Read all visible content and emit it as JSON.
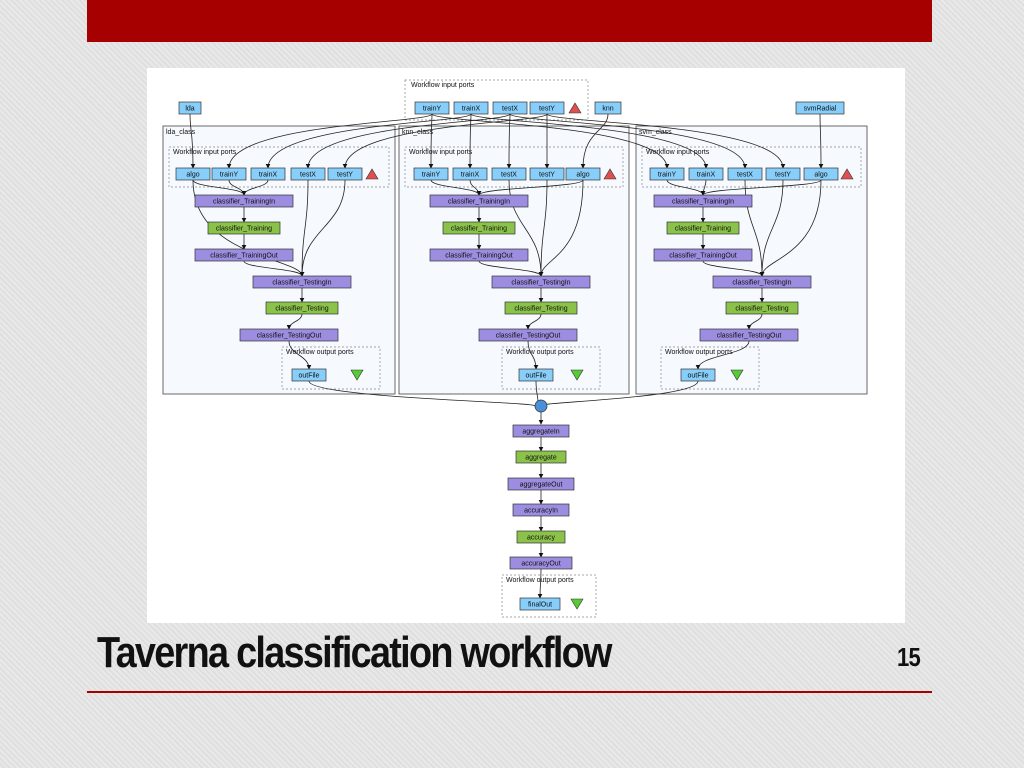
{
  "slide": {
    "title": "Taverna classification workflow",
    "page_number": "15"
  },
  "colors": {
    "accent_red": "#a60000",
    "input_port": "#87cefa",
    "processor_io": "#9c8de0",
    "processor": "#8bc34a",
    "up_triangle": "#e05050",
    "down_triangle": "#55cc33"
  },
  "diagram": {
    "top_inputs_label": "Workflow input ports",
    "top_inputs": [
      "trainY",
      "trainX",
      "testX",
      "testY"
    ],
    "top_params": [
      "lda",
      "knn",
      "svmRadial"
    ],
    "subworkflows": [
      {
        "name": "lda_class",
        "inputs_label": "Workflow input ports",
        "inputs": [
          "algo",
          "trainY",
          "trainX",
          "testX",
          "testY"
        ],
        "steps": [
          "classifier_TrainingIn",
          "classifier_Training",
          "classifier_TrainingOut",
          "classifier_TestingIn",
          "classifier_Testing",
          "classifier_TestingOut"
        ],
        "outputs_label": "Workflow output ports",
        "output": "outFile"
      },
      {
        "name": "knn_class",
        "inputs_label": "Workflow input ports",
        "inputs": [
          "trainY",
          "trainX",
          "testX",
          "testY",
          "algo"
        ],
        "steps": [
          "classifier_TrainingIn",
          "classifier_Training",
          "classifier_TrainingOut",
          "classifier_TestingIn",
          "classifier_Testing",
          "classifier_TestingOut"
        ],
        "outputs_label": "Workflow output ports",
        "output": "outFile"
      },
      {
        "name": "svm_class",
        "inputs_label": "Workflow input ports",
        "inputs": [
          "trainY",
          "trainX",
          "testX",
          "testY",
          "algo"
        ],
        "steps": [
          "classifier_TrainingIn",
          "classifier_Training",
          "classifier_TrainingOut",
          "classifier_TestingIn",
          "classifier_Testing",
          "classifier_TestingOut"
        ],
        "outputs_label": "Workflow output ports",
        "output": "outFile"
      }
    ],
    "aggregate_chain": [
      "aggregateIn",
      "aggregate",
      "aggregateOut",
      "accuracyIn",
      "accuracy",
      "accuracyOut"
    ],
    "final_outputs_label": "Workflow output ports",
    "final_output": "finalOut"
  }
}
